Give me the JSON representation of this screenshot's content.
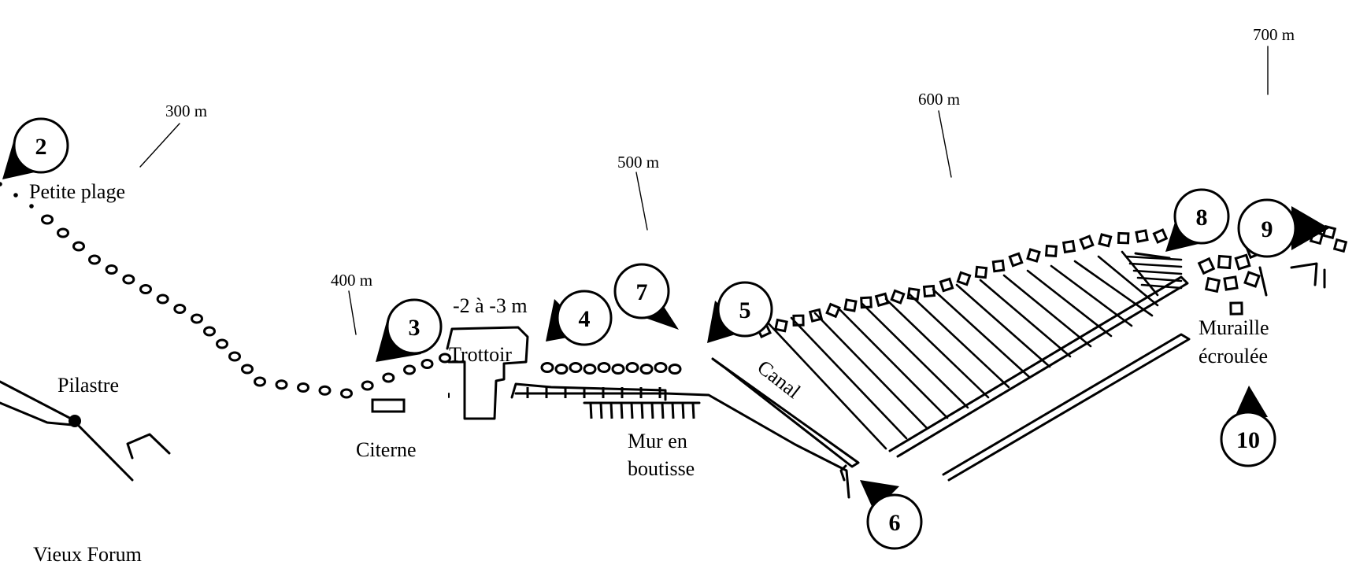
{
  "markers": [
    {
      "number": "2"
    },
    {
      "number": "3"
    },
    {
      "number": "4"
    },
    {
      "number": "5"
    },
    {
      "number": "6"
    },
    {
      "number": "7"
    },
    {
      "number": "8"
    },
    {
      "number": "9"
    },
    {
      "number": "10"
    }
  ],
  "distances": [
    "300 m",
    "400 m",
    "500 m",
    "600 m",
    "700 m"
  ],
  "places": {
    "petite_plage": "Petite plage",
    "pilastre": "Pilastre",
    "vieux_forum": "Vieux Forum",
    "citerne": "Citerne",
    "depth": "-2 à -3 m",
    "trottoir": "Trottoir",
    "mur_line1": "Mur en",
    "mur_line2": "boutisse",
    "canal": "Canal",
    "muraille_line1": "Muraille",
    "muraille_line2": "écroulée"
  }
}
